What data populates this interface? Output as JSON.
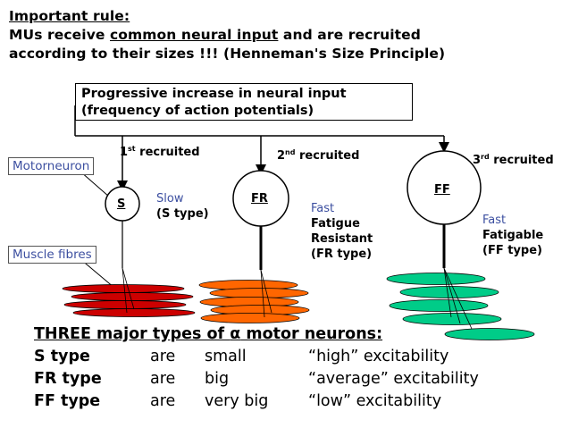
{
  "rule": {
    "title": "Important rule:",
    "line1_a": "MUs receive ",
    "line1_u": "common neural input",
    "line1_b": " and are recruited",
    "line2": "according to their sizes !!! (Henneman's Size Principle)"
  },
  "input_box": {
    "line1": "Progressive increase in neural input",
    "line2": "(frequency of action potentials)"
  },
  "labels": {
    "motorneuron": "Motorneuron",
    "muscle_fibres": "Muscle fibres"
  },
  "recruit": {
    "r1_num": "1",
    "r1_sup": "st",
    "r1_txt": " recruited",
    "r2_num": "2",
    "r2_sup": "nd",
    "r2_txt": " recruited",
    "r3_num": "3",
    "r3_sup": "rd",
    "r3_txt": " recruited"
  },
  "neurons": {
    "s": "S",
    "fr": "FR",
    "ff": "FF"
  },
  "descriptions": {
    "s_line1": "Slow",
    "s_line2": "(S type)",
    "fr_line1": "Fast",
    "fr_line2": "Fatigue",
    "fr_line3": "Resistant",
    "fr_line4": "(FR type)",
    "ff_line1": "Fast",
    "ff_line2": "Fatigable",
    "ff_line3": "(FF type)"
  },
  "bottom": {
    "header_a": "THREE major types of ",
    "header_alpha": "α",
    "header_b": " motor neurons:",
    "rows": [
      {
        "type": "S type",
        "verb": "are",
        "size": "small",
        "excit": "“high” excitability"
      },
      {
        "type": "FR type",
        "verb": "are",
        "size": "big",
        "excit": "“average” excitability"
      },
      {
        "type": "FF type",
        "verb": "are",
        "size": "very big",
        "excit": "“low” excitability"
      }
    ]
  },
  "colors": {
    "s_fibre": "#cc0000",
    "fr_fibre": "#ff6600",
    "ff_fibre": "#00cc88",
    "label_text": "#3c4fa0"
  }
}
